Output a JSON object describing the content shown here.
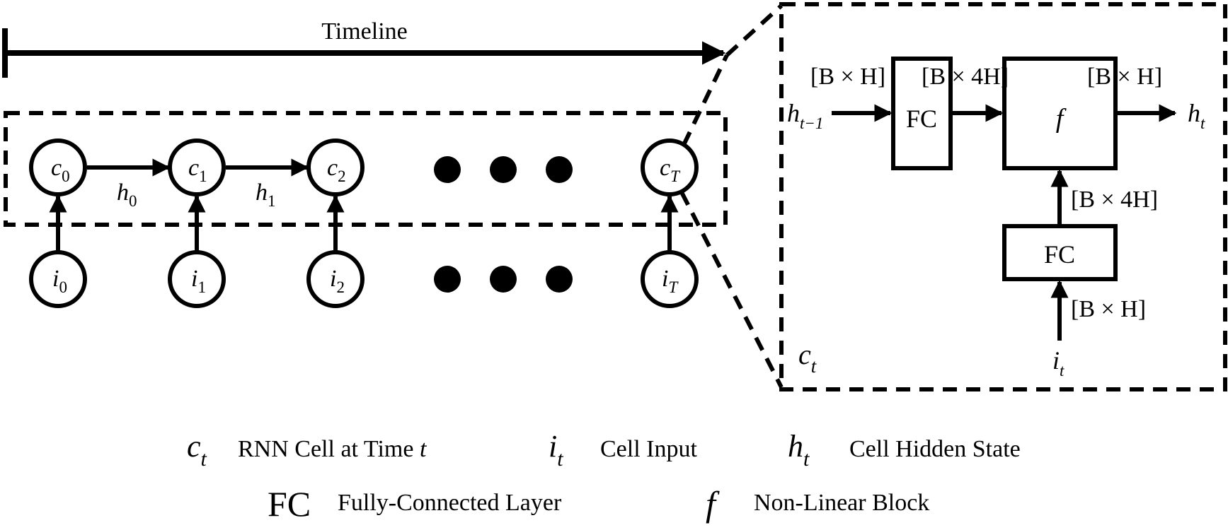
{
  "timeline": {
    "label": "Timeline"
  },
  "chain": {
    "cells": [
      {
        "sym": "c",
        "sub": "0"
      },
      {
        "sym": "c",
        "sub": "1"
      },
      {
        "sym": "c",
        "sub": "2"
      },
      {
        "sym": "c",
        "sub": "T"
      }
    ],
    "inputs": [
      {
        "sym": "i",
        "sub": "0"
      },
      {
        "sym": "i",
        "sub": "1"
      },
      {
        "sym": "i",
        "sub": "2"
      },
      {
        "sym": "i",
        "sub": "T"
      }
    ],
    "hidden": [
      {
        "sym": "h",
        "sub": "0"
      },
      {
        "sym": "h",
        "sub": "1"
      }
    ]
  },
  "detail": {
    "cell": {
      "sym": "c",
      "sub": "t"
    },
    "h_in": {
      "sym": "h",
      "sub": "t−1"
    },
    "h_out": {
      "sym": "h",
      "sub": "t"
    },
    "i_in": {
      "sym": "i",
      "sub": "t"
    },
    "fc_label": "FC",
    "f_label": "f",
    "dims": {
      "h_in": "[B × H]",
      "fc_out": "[B × 4H]",
      "h_out": "[B × H]",
      "fc2_out": "[B × 4H]",
      "i_in": "[B × H]"
    }
  },
  "legend": {
    "cell": {
      "sym": "c",
      "sub": "t",
      "text_prefix": "RNN Cell at Time ",
      "text_var": "t"
    },
    "input": {
      "sym": "i",
      "sub": "t",
      "text": "Cell Input"
    },
    "hidden": {
      "sym": "h",
      "sub": "t",
      "text": "Cell Hidden State"
    },
    "fc": {
      "sym": "FC",
      "text": "Fully-Connected Layer"
    },
    "f": {
      "sym": "f",
      "text": "Non-Linear Block"
    }
  }
}
